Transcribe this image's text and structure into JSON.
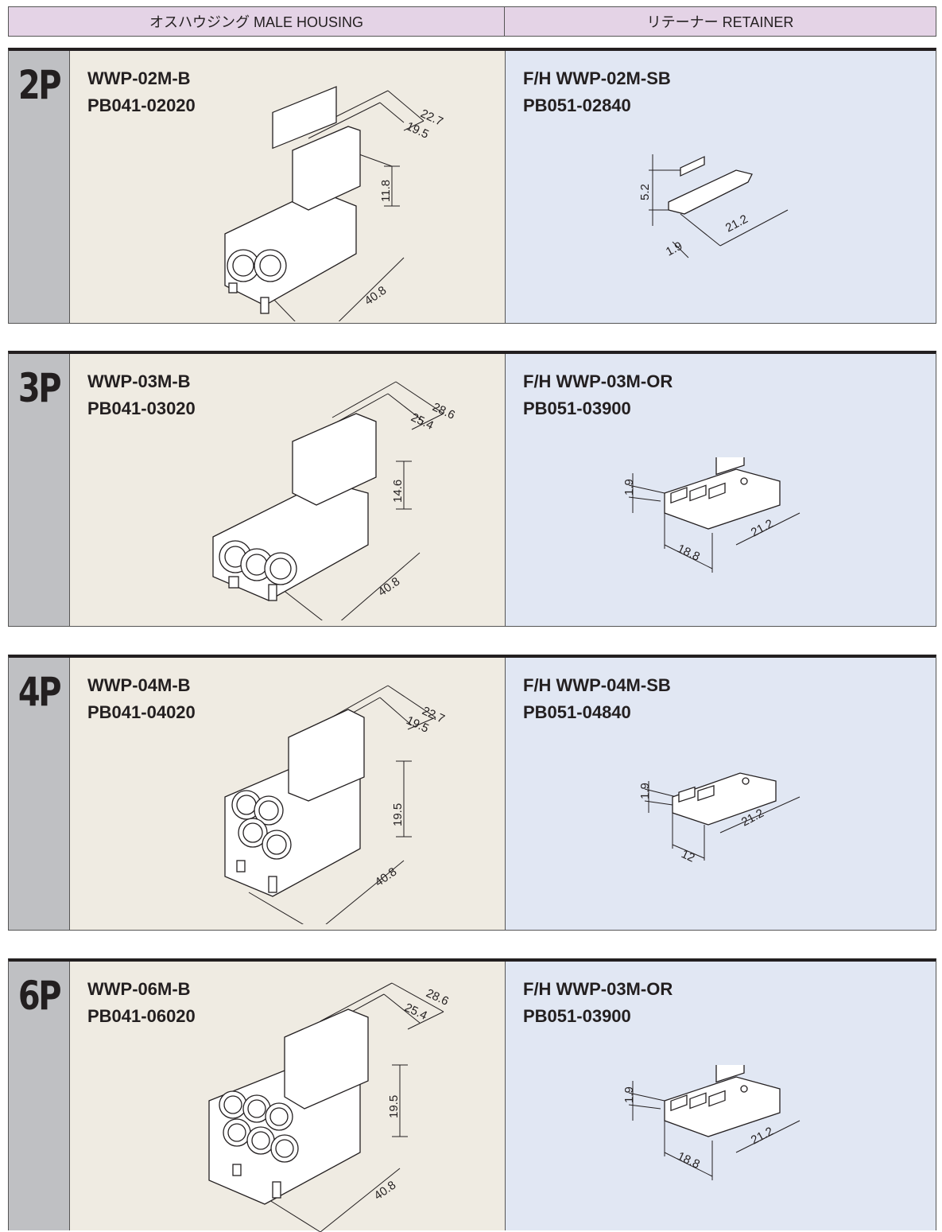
{
  "header": {
    "male_housing": "オスハウジング MALE HOUSING",
    "retainer": "リテーナー RETAINER"
  },
  "rows": [
    {
      "pin": "2P",
      "male_model": "WWP-02M-B",
      "male_part": "PB041-02020",
      "male_dims": {
        "w_outer": "22.7",
        "w_inner": "19.5",
        "height": "11.8",
        "length": "40.8"
      },
      "ret_model": "F/H WWP-02M-SB",
      "ret_part": "PB051-02840",
      "ret_dims": {
        "a": "5.2",
        "b": "21.2",
        "c": "1.9"
      }
    },
    {
      "pin": "3P",
      "male_model": "WWP-03M-B",
      "male_part": "PB041-03020",
      "male_dims": {
        "w_outer": "28.6",
        "w_inner": "25.4",
        "height": "14.6",
        "length": "40.8"
      },
      "ret_model": "F/H WWP-03M-OR",
      "ret_part": "PB051-03900",
      "ret_dims": {
        "a": "1.9",
        "b": "21.2",
        "c": "18.8"
      }
    },
    {
      "pin": "4P",
      "male_model": "WWP-04M-B",
      "male_part": "PB041-04020",
      "male_dims": {
        "w_outer": "22.7",
        "w_inner": "19.5",
        "height": "19.5",
        "length": "40.8"
      },
      "ret_model": "F/H WWP-04M-SB",
      "ret_part": "PB051-04840",
      "ret_dims": {
        "a": "1.9",
        "b": "21.2",
        "c": "12"
      }
    },
    {
      "pin": "6P",
      "male_model": "WWP-06M-B",
      "male_part": "PB041-06020",
      "male_dims": {
        "w_outer": "28.6",
        "w_inner": "25.4",
        "height": "19.5",
        "length": "40.8"
      },
      "ret_model": "F/H WWP-03M-OR",
      "ret_part": "PB051-03900",
      "ret_dims": {
        "a": "1.9",
        "b": "21.2",
        "c": "18.8"
      }
    }
  ]
}
